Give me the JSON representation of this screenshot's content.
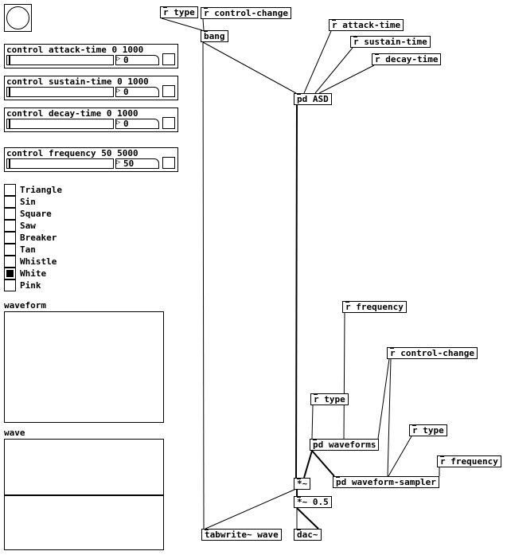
{
  "objects": {
    "r_type_top": "r type",
    "r_control_change_top": "r control-change",
    "bang": "bang",
    "r_attack_time": "r attack-time",
    "r_sustain_time": "r sustain-time",
    "r_decay_time": "r decay-time",
    "pd_asd": "pd ASD",
    "r_frequency_mid": "r frequency",
    "r_control_change_mid": "r control-change",
    "r_type_mid": "r type",
    "pd_waveforms": "pd waveforms",
    "r_type_low": "r type",
    "r_frequency_low": "r frequency",
    "mult": "*~",
    "pd_waveform_sampler": "pd waveform-sampler",
    "mult_half": "*~ 0.5",
    "tabwrite": "tabwrite~ wave",
    "dac": "dac~"
  },
  "controls": [
    {
      "label": "control attack-time 0 1000",
      "value": "0"
    },
    {
      "label": "control sustain-time 0 1000",
      "value": "0"
    },
    {
      "label": "control decay-time 0 1000",
      "value": "0"
    },
    {
      "label": "control frequency 50 5000",
      "value": "50"
    }
  ],
  "waveform_options": [
    "Triangle",
    "Sin",
    "Square",
    "Saw",
    "Breaker",
    "Tan",
    "Whistle",
    "White",
    "Pink"
  ],
  "waveform_selected": "White",
  "arrays": {
    "waveform": "waveform",
    "wave": "wave"
  }
}
